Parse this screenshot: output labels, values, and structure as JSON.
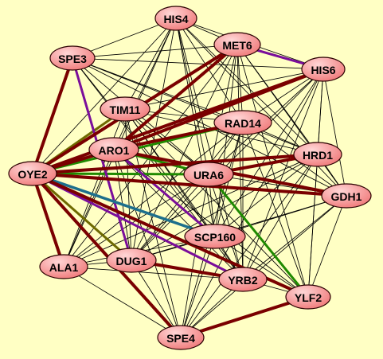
{
  "graph": {
    "colors": {
      "background": "#ffffc4",
      "node_fill_light": "#ffd6d6",
      "node_fill_dark": "#f07a7a",
      "node_stroke": "#2a0000",
      "edge_default": "#000000",
      "edge_strong": "#7a0000",
      "edge_green": "#1f8a00",
      "edge_teal": "#1d6f8c",
      "edge_purple": "#7a0e9a",
      "edge_olive": "#6e6a00"
    },
    "nodes": [
      {
        "id": "HIS4",
        "label": "HIS4"
      },
      {
        "id": "MET6",
        "label": "MET6"
      },
      {
        "id": "SPE3",
        "label": "SPE3"
      },
      {
        "id": "HIS6",
        "label": "HIS6"
      },
      {
        "id": "TIM11",
        "label": "TIM11"
      },
      {
        "id": "RAD14",
        "label": "RAD14"
      },
      {
        "id": "ARO1",
        "label": "ARO1"
      },
      {
        "id": "HRD1",
        "label": "HRD1"
      },
      {
        "id": "OYE2",
        "label": "OYE2"
      },
      {
        "id": "URA6",
        "label": "URA6"
      },
      {
        "id": "GDH1",
        "label": "GDH1"
      },
      {
        "id": "SCP160",
        "label": "SCP160"
      },
      {
        "id": "ALA1",
        "label": "ALA1"
      },
      {
        "id": "DUG1",
        "label": "DUG1"
      },
      {
        "id": "YRB2",
        "label": "YRB2"
      },
      {
        "id": "YLF2",
        "label": "YLF2"
      },
      {
        "id": "SPE4",
        "label": "SPE4"
      }
    ],
    "edges": [
      {
        "source": "OYE2",
        "target": "HIS6",
        "style": "strong"
      },
      {
        "source": "OYE2",
        "target": "MET6",
        "style": "strong"
      },
      {
        "source": "OYE2",
        "target": "SPE3",
        "style": "strong"
      },
      {
        "source": "OYE2",
        "target": "TIM11",
        "style": "olive"
      },
      {
        "source": "OYE2",
        "target": "ARO1",
        "style": "strong"
      },
      {
        "source": "OYE2",
        "target": "URA6",
        "style": "green"
      },
      {
        "source": "OYE2",
        "target": "GDH1",
        "style": "strong"
      },
      {
        "source": "OYE2",
        "target": "HRD1",
        "style": "strong"
      },
      {
        "source": "OYE2",
        "target": "SCP160",
        "style": "teal"
      },
      {
        "source": "OYE2",
        "target": "YRB2",
        "style": "purple"
      },
      {
        "source": "OYE2",
        "target": "YLF2",
        "style": "strong"
      },
      {
        "source": "OYE2",
        "target": "DUG1",
        "style": "olive"
      },
      {
        "source": "OYE2",
        "target": "ALA1",
        "style": "strong"
      },
      {
        "source": "OYE2",
        "target": "SPE4",
        "style": "strong"
      },
      {
        "source": "OYE2",
        "target": "HIS4",
        "style": "default"
      },
      {
        "source": "OYE2",
        "target": "RAD14",
        "style": "green"
      },
      {
        "source": "ARO1",
        "target": "HIS6",
        "style": "strong"
      },
      {
        "source": "ARO1",
        "target": "URA6",
        "style": "green"
      },
      {
        "source": "ARO1",
        "target": "GDH1",
        "style": "strong"
      },
      {
        "source": "ARO1",
        "target": "RAD14",
        "style": "strong"
      },
      {
        "source": "ARO1",
        "target": "SCP160",
        "style": "default"
      },
      {
        "source": "ARO1",
        "target": "HIS4",
        "style": "default"
      },
      {
        "source": "TIM11",
        "target": "RAD14",
        "style": "default"
      },
      {
        "source": "TIM11",
        "target": "HIS4",
        "style": "default"
      },
      {
        "source": "TIM11",
        "target": "URA6",
        "style": "default"
      },
      {
        "source": "TIM11",
        "target": "HRD1",
        "style": "default"
      },
      {
        "source": "TIM11",
        "target": "YLF2",
        "style": "default"
      },
      {
        "source": "SPE3",
        "target": "HIS4",
        "style": "default"
      },
      {
        "source": "SPE3",
        "target": "MET6",
        "style": "default"
      },
      {
        "source": "SPE3",
        "target": "HIS6",
        "style": "default"
      },
      {
        "source": "SPE3",
        "target": "RAD14",
        "style": "default"
      },
      {
        "source": "SPE3",
        "target": "HRD1",
        "style": "default"
      },
      {
        "source": "SPE3",
        "target": "URA6",
        "style": "default"
      },
      {
        "source": "SPE3",
        "target": "SCP160",
        "style": "default"
      },
      {
        "source": "SPE3",
        "target": "DUG1",
        "style": "purple"
      },
      {
        "source": "SPE3",
        "target": "YRB2",
        "style": "default"
      },
      {
        "source": "SPE3",
        "target": "GDH1",
        "style": "default"
      },
      {
        "source": "HIS4",
        "target": "MET6",
        "style": "default"
      },
      {
        "source": "HIS4",
        "target": "HIS6",
        "style": "default"
      },
      {
        "source": "HIS4",
        "target": "RAD14",
        "style": "default"
      },
      {
        "source": "HIS4",
        "target": "HRD1",
        "style": "default"
      },
      {
        "source": "HIS4",
        "target": "URA6",
        "style": "default"
      },
      {
        "source": "HIS4",
        "target": "SCP160",
        "style": "default"
      },
      {
        "source": "HIS4",
        "target": "DUG1",
        "style": "default"
      },
      {
        "source": "HIS4",
        "target": "YRB2",
        "style": "default"
      },
      {
        "source": "HIS4",
        "target": "ALA1",
        "style": "default"
      },
      {
        "source": "HIS4",
        "target": "GDH1",
        "style": "default"
      },
      {
        "source": "MET6",
        "target": "HIS6",
        "style": "purple"
      },
      {
        "source": "MET6",
        "target": "RAD14",
        "style": "default"
      },
      {
        "source": "MET6",
        "target": "HRD1",
        "style": "default"
      },
      {
        "source": "MET6",
        "target": "URA6",
        "style": "default"
      },
      {
        "source": "MET6",
        "target": "SCP160",
        "style": "default"
      },
      {
        "source": "MET6",
        "target": "DUG1",
        "style": "default"
      },
      {
        "source": "MET6",
        "target": "YRB2",
        "style": "default"
      },
      {
        "source": "MET6",
        "target": "YLF2",
        "style": "default"
      },
      {
        "source": "MET6",
        "target": "ALA1",
        "style": "default"
      },
      {
        "source": "MET6",
        "target": "GDH1",
        "style": "default"
      },
      {
        "source": "MET6",
        "target": "ARO1",
        "style": "strong"
      },
      {
        "source": "HIS6",
        "target": "RAD14",
        "style": "default"
      },
      {
        "source": "HIS6",
        "target": "HRD1",
        "style": "default"
      },
      {
        "source": "HIS6",
        "target": "URA6",
        "style": "default"
      },
      {
        "source": "HIS6",
        "target": "SCP160",
        "style": "default"
      },
      {
        "source": "HIS6",
        "target": "DUG1",
        "style": "default"
      },
      {
        "source": "HIS6",
        "target": "YRB2",
        "style": "default"
      },
      {
        "source": "HIS6",
        "target": "YLF2",
        "style": "default"
      },
      {
        "source": "HIS6",
        "target": "GDH1",
        "style": "default"
      },
      {
        "source": "HIS6",
        "target": "TIM11",
        "style": "default"
      },
      {
        "source": "HIS6",
        "target": "SPE4",
        "style": "default"
      },
      {
        "source": "RAD14",
        "target": "HRD1",
        "style": "default"
      },
      {
        "source": "RAD14",
        "target": "URA6",
        "style": "default"
      },
      {
        "source": "RAD14",
        "target": "SCP160",
        "style": "default"
      },
      {
        "source": "RAD14",
        "target": "DUG1",
        "style": "default"
      },
      {
        "source": "RAD14",
        "target": "YRB2",
        "style": "default"
      },
      {
        "source": "RAD14",
        "target": "YLF2",
        "style": "default"
      },
      {
        "source": "RAD14",
        "target": "ALA1",
        "style": "default"
      },
      {
        "source": "RAD14",
        "target": "GDH1",
        "style": "default"
      },
      {
        "source": "RAD14",
        "target": "SPE4",
        "style": "default"
      },
      {
        "source": "HRD1",
        "target": "URA6",
        "style": "strong"
      },
      {
        "source": "HRD1",
        "target": "SCP160",
        "style": "default"
      },
      {
        "source": "HRD1",
        "target": "DUG1",
        "style": "default"
      },
      {
        "source": "HRD1",
        "target": "YRB2",
        "style": "default"
      },
      {
        "source": "HRD1",
        "target": "YLF2",
        "style": "default"
      },
      {
        "source": "HRD1",
        "target": "GDH1",
        "style": "default"
      },
      {
        "source": "HRD1",
        "target": "ALA1",
        "style": "default"
      },
      {
        "source": "HRD1",
        "target": "SPE4",
        "style": "default"
      },
      {
        "source": "URA6",
        "target": "SCP160",
        "style": "default"
      },
      {
        "source": "URA6",
        "target": "DUG1",
        "style": "default"
      },
      {
        "source": "URA6",
        "target": "YRB2",
        "style": "default"
      },
      {
        "source": "URA6",
        "target": "YLF2",
        "style": "green"
      },
      {
        "source": "URA6",
        "target": "ALA1",
        "style": "default"
      },
      {
        "source": "URA6",
        "target": "GDH1",
        "style": "default"
      },
      {
        "source": "URA6",
        "target": "SPE4",
        "style": "default"
      },
      {
        "source": "GDH1",
        "target": "SCP160",
        "style": "default"
      },
      {
        "source": "GDH1",
        "target": "YRB2",
        "style": "default"
      },
      {
        "source": "GDH1",
        "target": "YLF2",
        "style": "default"
      },
      {
        "source": "GDH1",
        "target": "DUG1",
        "style": "default"
      },
      {
        "source": "GDH1",
        "target": "SPE4",
        "style": "default"
      },
      {
        "source": "SCP160",
        "target": "DUG1",
        "style": "default"
      },
      {
        "source": "SCP160",
        "target": "YRB2",
        "style": "default"
      },
      {
        "source": "SCP160",
        "target": "YLF2",
        "style": "default"
      },
      {
        "source": "SCP160",
        "target": "ALA1",
        "style": "default"
      },
      {
        "source": "SCP160",
        "target": "SPE4",
        "style": "default"
      },
      {
        "source": "SCP160",
        "target": "TIM11",
        "style": "default"
      },
      {
        "source": "DUG1",
        "target": "YRB2",
        "style": "strong"
      },
      {
        "source": "DUG1",
        "target": "ALA1",
        "style": "default"
      },
      {
        "source": "DUG1",
        "target": "SPE4",
        "style": "default"
      },
      {
        "source": "DUG1",
        "target": "ARO1",
        "style": "default"
      },
      {
        "source": "DUG1",
        "target": "TIM11",
        "style": "default"
      },
      {
        "source": "ALA1",
        "target": "YRB2",
        "style": "default"
      },
      {
        "source": "ALA1",
        "target": "SPE4",
        "style": "default"
      },
      {
        "source": "ALA1",
        "target": "ARO1",
        "style": "default"
      },
      {
        "source": "ALA1",
        "target": "TIM11",
        "style": "default"
      },
      {
        "source": "YRB2",
        "target": "YLF2",
        "style": "default"
      },
      {
        "source": "YRB2",
        "target": "SPE4",
        "style": "default"
      },
      {
        "source": "YRB2",
        "target": "ARO1",
        "style": "default"
      },
      {
        "source": "YRB2",
        "target": "TIM11",
        "style": "default"
      },
      {
        "source": "YLF2",
        "target": "SPE4",
        "style": "strong"
      },
      {
        "source": "YLF2",
        "target": "ARO1",
        "style": "default"
      },
      {
        "source": "SPE4",
        "target": "ARO1",
        "style": "default"
      },
      {
        "source": "SPE4",
        "target": "TIM11",
        "style": "default"
      },
      {
        "source": "URA6",
        "target": "TIM11",
        "style": "default"
      },
      {
        "source": "SCP160",
        "target": "ARO1",
        "style": "purple"
      }
    ]
  }
}
